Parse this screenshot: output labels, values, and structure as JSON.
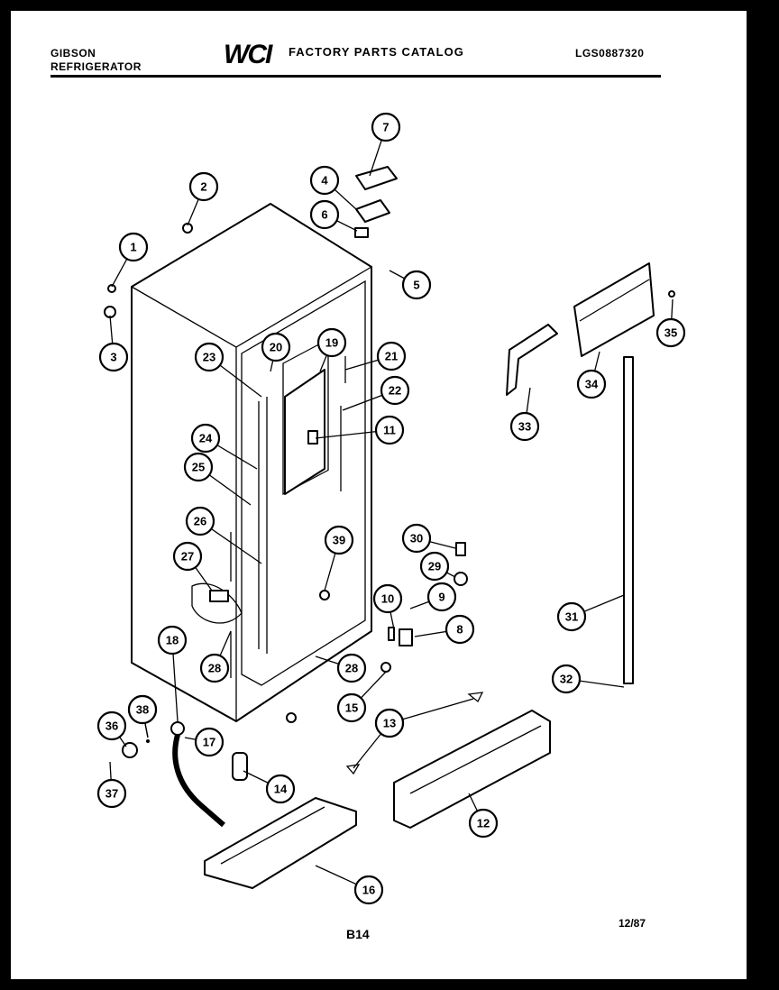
{
  "header": {
    "brand_line1": "GIBSON",
    "brand_line2": "REFRIGERATOR",
    "logo": "WCI",
    "catalog_title": "FACTORY PARTS CATALOG",
    "model_number": "LGS0887320"
  },
  "footer": {
    "page_code": "B14",
    "date": "12/87"
  },
  "callouts": [
    "1",
    "2",
    "3",
    "4",
    "5",
    "6",
    "7",
    "8",
    "9",
    "10",
    "11",
    "12",
    "13",
    "13",
    "14",
    "15",
    "16",
    "17",
    "18",
    "19",
    "20",
    "21",
    "22",
    "23",
    "24",
    "25",
    "26",
    "27",
    "28",
    "28",
    "29",
    "30",
    "31",
    "32",
    "33",
    "34",
    "35",
    "36",
    "37",
    "38",
    "39",
    "38"
  ]
}
